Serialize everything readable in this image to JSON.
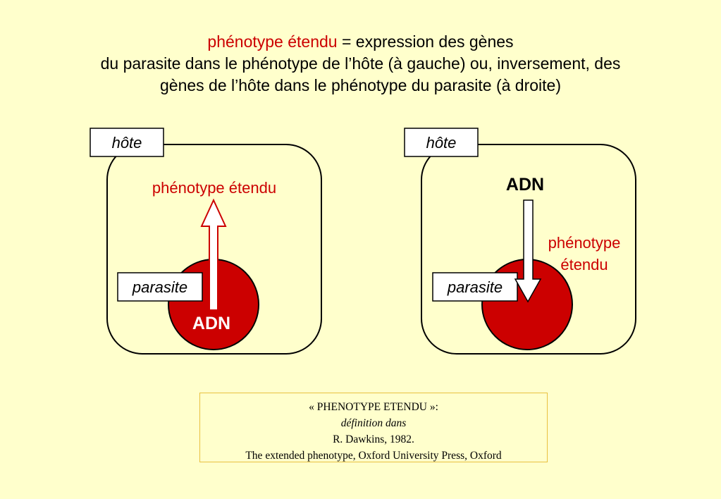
{
  "title": {
    "highlight": "phénotype étendu",
    "line1_rest": " = expression des gènes",
    "line2": "du parasite dans le phénotype de l’hôte (à gauche) ou, inversement, des",
    "line3": "gènes de l’hôte dans le phénotype du parasite (à droite)"
  },
  "left_diagram": {
    "host_label": "hôte",
    "parasite_label": "parasite",
    "dna_label": "ADN",
    "phenotype_label": "phénotype étendu"
  },
  "right_diagram": {
    "host_label": "hôte",
    "parasite_label": "parasite",
    "dna_label": "ADN",
    "phenotype_line1": "phénotype",
    "phenotype_line2": "étendu"
  },
  "reference": {
    "line1": "« PHENOTYPE ETENDU »:",
    "line2": "définition dans",
    "line3": "R. Dawkins, 1982.",
    "line4": "The extended phenotype, Oxford University Press, Oxford"
  },
  "colors": {
    "background": "#FFFFCC",
    "accent_red": "#CC0000"
  }
}
